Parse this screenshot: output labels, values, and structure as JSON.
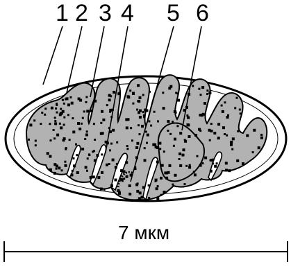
{
  "labels": [
    {
      "id": "1",
      "text": "1"
    },
    {
      "id": "2",
      "text": "2"
    },
    {
      "id": "3",
      "text": "3"
    },
    {
      "id": "4",
      "text": "4"
    },
    {
      "id": "5",
      "text": "5"
    },
    {
      "id": "6",
      "text": "6"
    }
  ],
  "scale": {
    "text": "7 мкм"
  },
  "colors": {
    "matrix": "#b2b2b2",
    "membrane": "#000000",
    "background": "#ffffff",
    "granule": "#000000"
  }
}
